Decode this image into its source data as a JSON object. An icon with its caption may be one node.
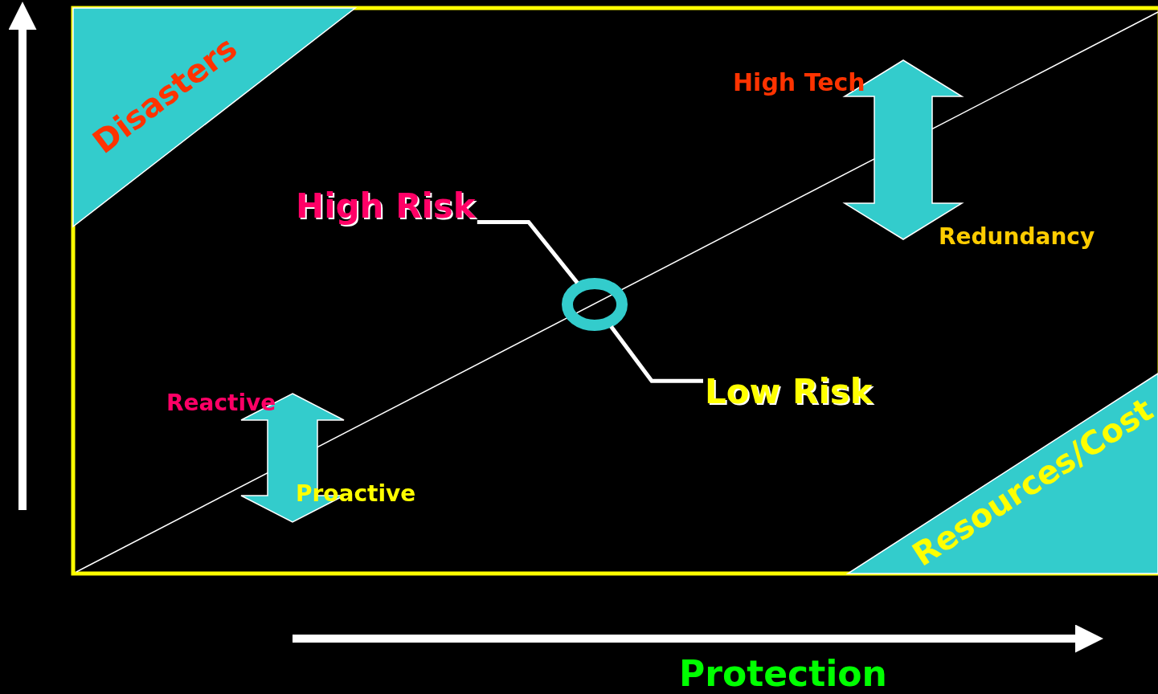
{
  "diagram": {
    "nodes": [
      {
        "text": [
          "Disasters"
        ]
      },
      {
        "text": [
          "Resources/Cost"
        ]
      },
      {
        "text": [
          "High Risk"
        ]
      },
      {
        "text": [],
        "shape": "circle"
      },
      {
        "text": [
          "Low Risk"
        ]
      }
    ],
    "edges": [
      {
        "from": 2,
        "to": 3,
        "arrow": "none"
      },
      {
        "from": 4,
        "to": 3,
        "arrow": "none"
      }
    ],
    "labels": [
      "High Tech",
      "Redundancy",
      "Reactive",
      "Proactive",
      "Protection"
    ]
  }
}
